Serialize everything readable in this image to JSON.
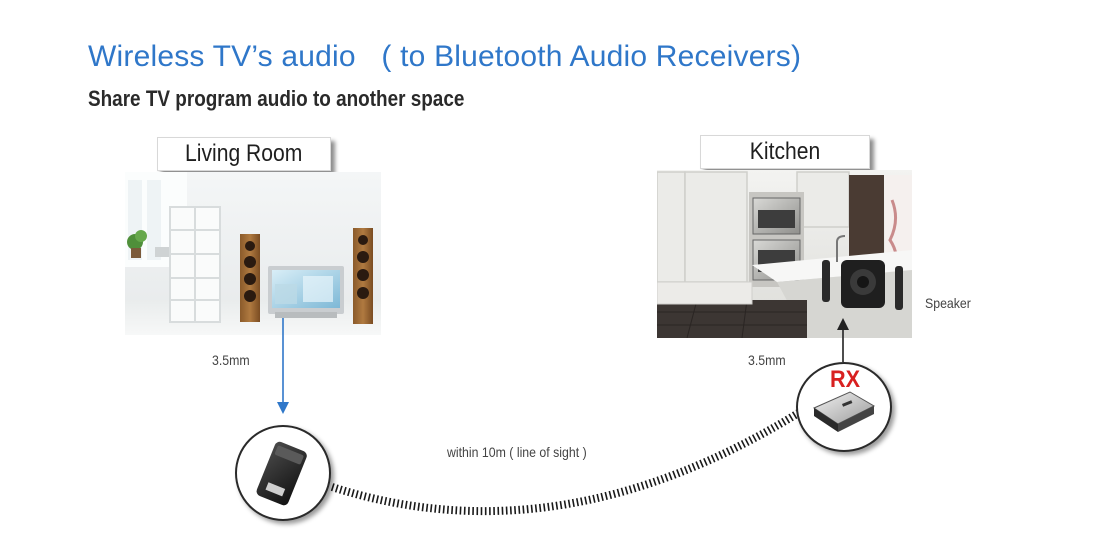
{
  "header": {
    "title": "Wireless TV’s audio   ( to Bluetooth Audio Receivers)",
    "subtitle": "Share TV program audio to another space"
  },
  "rooms": {
    "living_room": {
      "label": "Living Room"
    },
    "kitchen": {
      "label": "Kitchen"
    }
  },
  "connections": {
    "tv_cable": "3.5mm",
    "speaker_cable": "3.5mm",
    "range_note": "within 10m ( line of sight )"
  },
  "devices": {
    "receiver_label": "RX",
    "speaker_label": "Speaker"
  },
  "colors": {
    "title": "#2f77c9",
    "arrow_blue": "#2f77c9",
    "rx_red": "#d82020"
  }
}
